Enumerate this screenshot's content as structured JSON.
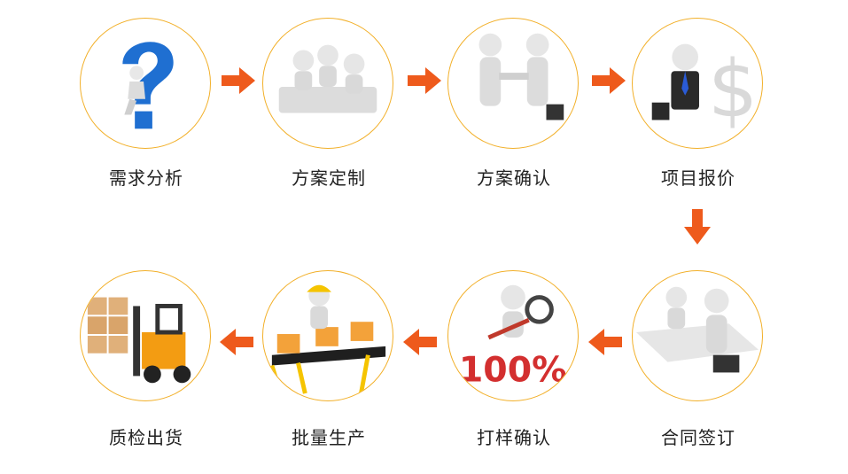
{
  "steps": [
    {
      "id": "需求分析",
      "label": "需求分析",
      "icon": "question-mark-figure-icon"
    },
    {
      "id": "方案定制",
      "label": "方案定制",
      "icon": "team-meeting-icon"
    },
    {
      "id": "方案确认",
      "label": "方案确认",
      "icon": "handshake-icon"
    },
    {
      "id": "项目报价",
      "label": "项目报价",
      "icon": "dollar-businessman-icon"
    },
    {
      "id": "合同签订",
      "label": "合同签订",
      "icon": "contract-signing-icon"
    },
    {
      "id": "打样确认",
      "label": "打样确认",
      "icon": "magnifier-100-percent-icon"
    },
    {
      "id": "批量生产",
      "label": "批量生产",
      "icon": "conveyor-worker-icon"
    },
    {
      "id": "质检出货",
      "label": "质检出货",
      "icon": "forklift-icon"
    }
  ],
  "colors": {
    "circle_border": "#f2b02a",
    "arrow": "#ee5a1c",
    "arrow_light": "#f7a53b"
  }
}
